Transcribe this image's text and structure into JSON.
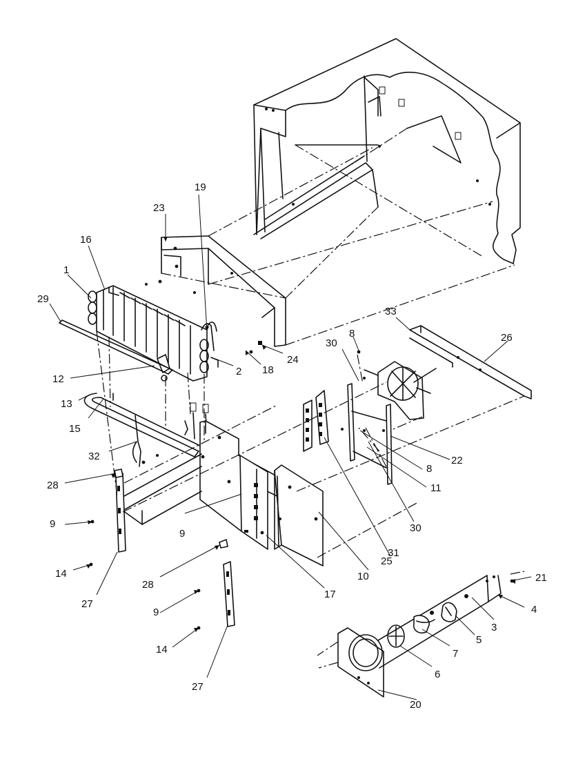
{
  "callouts": [
    "1",
    "2",
    "3",
    "4",
    "5",
    "6",
    "7",
    "8",
    "8",
    "9",
    "9",
    "9",
    "10",
    "11",
    "12",
    "13",
    "14",
    "14",
    "15",
    "16",
    "17",
    "18",
    "19",
    "20",
    "21",
    "22",
    "23",
    "24",
    "25",
    "26",
    "27",
    "27",
    "28",
    "28",
    "29",
    "30",
    "30",
    "31",
    "32",
    "33"
  ]
}
